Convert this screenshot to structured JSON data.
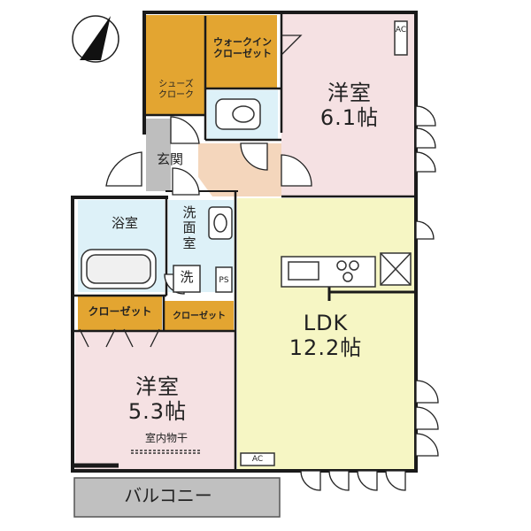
{
  "rooms": {
    "walk_in_closet": {
      "line1": "ウォークイン",
      "line2": "クローゼット"
    },
    "shoe_cloak": {
      "line1": "シューズ",
      "line2": "クローク"
    },
    "bedroom1": {
      "name": "洋室",
      "size": "6.1帖"
    },
    "entrance": "玄関",
    "bath": "浴室",
    "washroom": {
      "line1": "洗",
      "line2": "面",
      "line3": "室"
    },
    "washer": "洗",
    "ps": "PS",
    "closet_left": "クローゼット",
    "closet_right": "クローゼット",
    "ldk": {
      "name": "LDK",
      "size": "12.2帖"
    },
    "bedroom2": {
      "name": "洋室",
      "size": "5.3帖"
    },
    "indoor_drying": "室内物干",
    "balcony": "バルコニー",
    "ac_bedroom1": "AC",
    "ac_ldk": "AC"
  },
  "colors": {
    "closet": "#E3A531",
    "bedroom": "#F5E1E3",
    "ldk": "#F6F6C4",
    "wet": "#DDF1F8",
    "hall": "#F4D6BC",
    "balcony": "#C0C0C0",
    "wall": "#1a1a1a"
  }
}
